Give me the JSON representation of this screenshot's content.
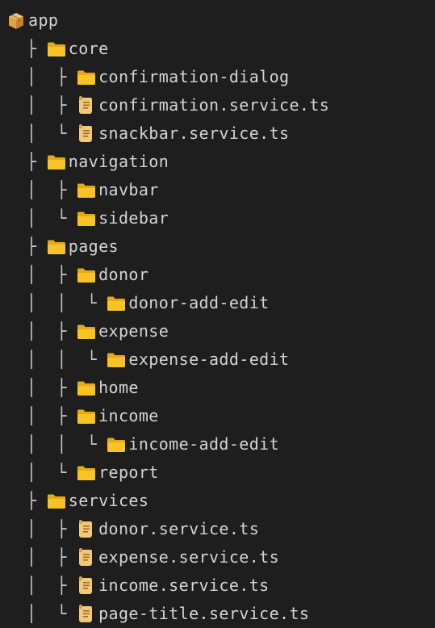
{
  "tree": [
    {
      "prefix": "",
      "icon": "package-icon",
      "label": "app"
    },
    {
      "prefix": "  ├ ",
      "icon": "folder-icon",
      "label": "core"
    },
    {
      "prefix": "  │  ├ ",
      "icon": "folder-icon",
      "label": "confirmation-dialog"
    },
    {
      "prefix": "  │  ├ ",
      "icon": "file-icon",
      "label": "confirmation.service.ts"
    },
    {
      "prefix": "  │  └ ",
      "icon": "file-icon",
      "label": "snackbar.service.ts"
    },
    {
      "prefix": "  ├ ",
      "icon": "folder-icon",
      "label": "navigation"
    },
    {
      "prefix": "  │  ├ ",
      "icon": "folder-icon",
      "label": "navbar"
    },
    {
      "prefix": "  │  └ ",
      "icon": "folder-icon",
      "label": "sidebar"
    },
    {
      "prefix": "  ├ ",
      "icon": "folder-icon",
      "label": "pages"
    },
    {
      "prefix": "  │  ├ ",
      "icon": "folder-icon",
      "label": "donor"
    },
    {
      "prefix": "  │  │  └ ",
      "icon": "folder-icon",
      "label": "donor-add-edit"
    },
    {
      "prefix": "  │  ├ ",
      "icon": "folder-icon",
      "label": "expense"
    },
    {
      "prefix": "  │  │  └ ",
      "icon": "folder-icon",
      "label": "expense-add-edit"
    },
    {
      "prefix": "  │  ├ ",
      "icon": "folder-icon",
      "label": "home"
    },
    {
      "prefix": "  │  ├ ",
      "icon": "folder-icon",
      "label": "income"
    },
    {
      "prefix": "  │  │  └ ",
      "icon": "folder-icon",
      "label": "income-add-edit"
    },
    {
      "prefix": "  │  └ ",
      "icon": "folder-icon",
      "label": "report"
    },
    {
      "prefix": "  ├ ",
      "icon": "folder-icon",
      "label": "services"
    },
    {
      "prefix": "  │  ├ ",
      "icon": "file-icon",
      "label": "donor.service.ts"
    },
    {
      "prefix": "  │  ├ ",
      "icon": "file-icon",
      "label": "expense.service.ts"
    },
    {
      "prefix": "  │  ├ ",
      "icon": "file-icon",
      "label": "income.service.ts"
    },
    {
      "prefix": "  │  └ ",
      "icon": "file-icon",
      "label": "page-title.service.ts"
    }
  ],
  "colors": {
    "background": "#1e1e1e",
    "text": "#d4d4d4",
    "folder": "#f7c325",
    "folder_tab": "#e8a814",
    "file": "#f2c879",
    "file_lines": "#9a6f2a",
    "package": "#e0a341"
  }
}
